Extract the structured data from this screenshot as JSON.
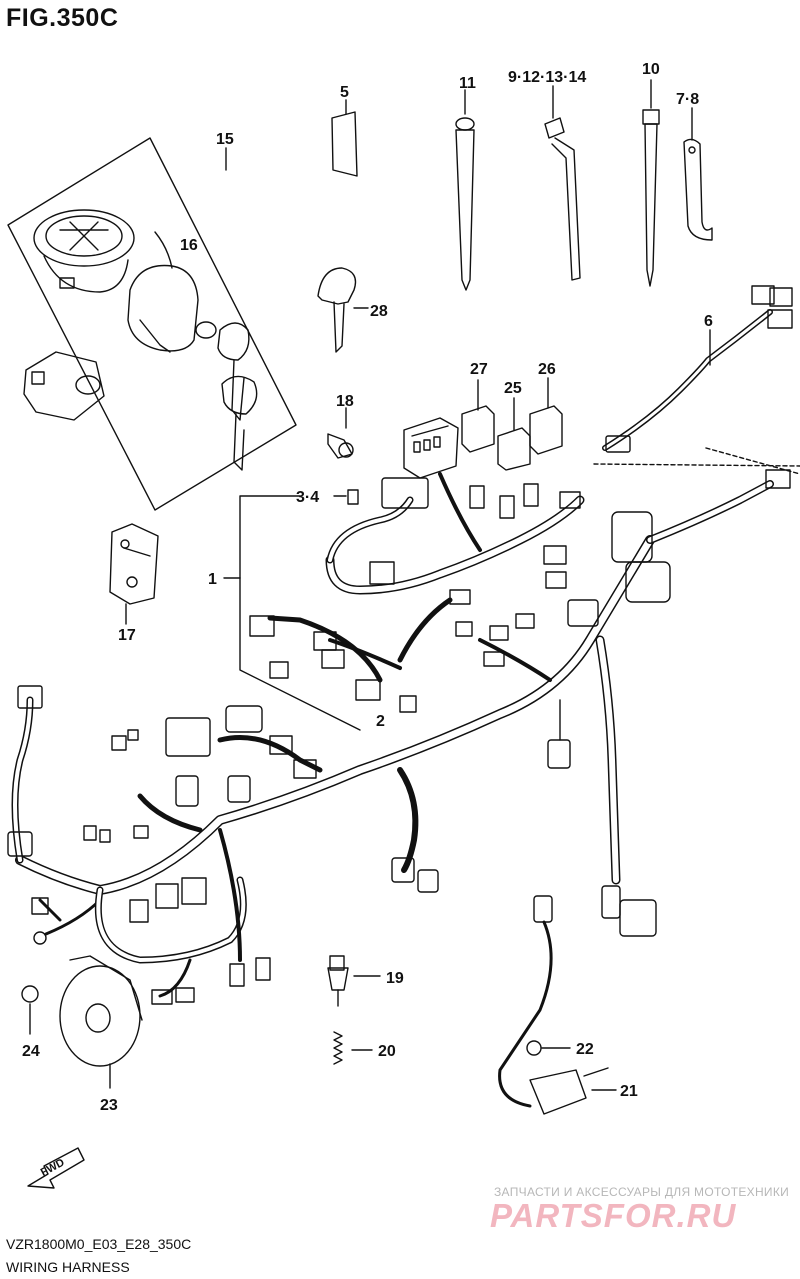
{
  "figure": {
    "title": "FIG.350C",
    "code": "VZR1800M0_E03_E28_350C",
    "name": "WIRING HARNESS"
  },
  "fwd_label": "FWD",
  "watermark": {
    "subtitle": "ЗАПЧАСТИ И АКСЕССУАРЫ ДЛЯ МОТОТЕХНИКИ",
    "brand": "PARTSFOR.RU"
  },
  "callouts": {
    "c1": "1",
    "c2": "2",
    "c3_4": "3·4",
    "c5": "5",
    "c6": "6",
    "c7_8": "7·8",
    "c9_14": "9·12·13·14",
    "c10": "10",
    "c11": "11",
    "c15": "15",
    "c16": "16",
    "c17": "17",
    "c18": "18",
    "c19": "19",
    "c20": "20",
    "c21": "21",
    "c22": "22",
    "c23": "23",
    "c24": "24",
    "c25": "25",
    "c26": "26",
    "c27": "27",
    "c28": "28"
  },
  "colors": {
    "ink": "#111111",
    "watermark_brand": "#f2b6bf",
    "watermark_sub": "#b7b7b7"
  }
}
